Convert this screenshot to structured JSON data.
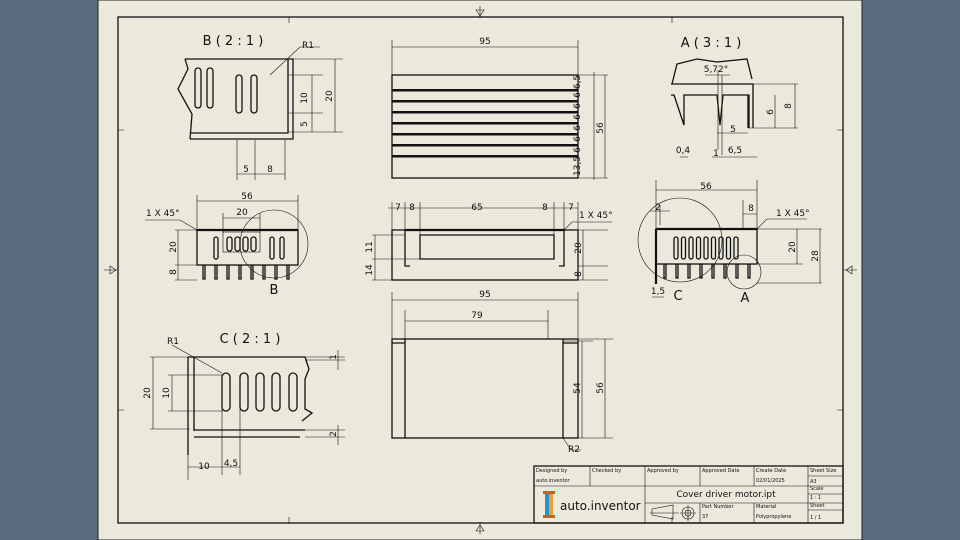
{
  "colors": {
    "background": "#5b6a7f",
    "paper": "#ebe9dc",
    "ink": "#111111"
  },
  "views": {
    "detail_b": {
      "label": "B ( 2 : 1 )",
      "radius": "R1",
      "dims": [
        "10",
        "5",
        "20",
        "5",
        "8"
      ]
    },
    "top": {
      "width": "95",
      "height": "56",
      "pitches": [
        "6,5",
        "6",
        "6",
        "6",
        "6",
        "6",
        "6",
        "13,5"
      ]
    },
    "detail_a": {
      "label": "A ( 3 : 1 )",
      "angle": "5,72°",
      "dims": [
        "6",
        "8",
        "5",
        "0,4",
        "1",
        "6,5"
      ]
    },
    "front": {
      "width": "56",
      "slot_width": "20",
      "chamfer": "1 X 45°",
      "height": "20",
      "fin": "8",
      "detail_marker": "B"
    },
    "section": {
      "dims": [
        "7",
        "8",
        "65",
        "8",
        "7"
      ],
      "chamfer": "1 X 45°",
      "left": [
        "11",
        "14"
      ],
      "right": [
        "20",
        "8"
      ]
    },
    "side": {
      "width": "56",
      "dims": [
        "2",
        "8",
        "20",
        "28",
        "1,5"
      ],
      "chamfer": "1 X 45°",
      "markers": [
        "C",
        "A"
      ]
    },
    "detail_c": {
      "label": "C ( 2 : 1 )",
      "radius": "R1",
      "dims": [
        "20",
        "10",
        "10",
        "4,5",
        "1",
        "2"
      ]
    },
    "bottom": {
      "width": "95",
      "inner": "79",
      "height_inner": "54",
      "height": "56",
      "radius": "R2"
    }
  },
  "title_block": {
    "designed_by_label": "Designed by",
    "designed_by": "auto.inventor",
    "checked_by_label": "Checked by",
    "approved_by_label": "Approved by",
    "approved_date_label": "Approved Date",
    "create_date_label": "Create Date",
    "create_date": "02/01/2025",
    "sheet_size_label": "Sheet Size",
    "sheet_size": "A3",
    "scale_label": "Scale",
    "scale": "1 : 1",
    "sheet_label": "Sheet",
    "sheet": "1 / 1",
    "file_name": "Cover driver motor.ipt",
    "part_number_label": "Part Number",
    "part_number": "37",
    "material_label": "Material",
    "material": "Polypropylene",
    "logo_text": "auto.inventor",
    "projection_icon": "first-angle-projection-icon"
  }
}
